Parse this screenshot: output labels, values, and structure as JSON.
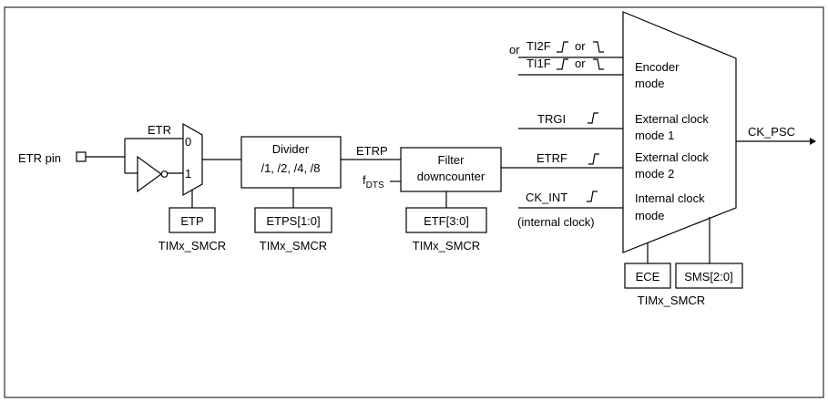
{
  "inputs": {
    "etr_pin": "ETR pin",
    "etr": "ETR",
    "mux_in0": "0",
    "mux_in1": "1"
  },
  "blocks": {
    "divider_title": "Divider",
    "divider_ratios": "/1, /2, /4, /8",
    "filter_title": "Filter",
    "filter_sub": "downcounter"
  },
  "signals": {
    "etrp": "ETRP",
    "fdts_main": "f",
    "fdts_sub": "DTS",
    "ti2f": "TI2F",
    "ti1f": "TI1F",
    "or": "or",
    "trgi": "TRGI",
    "etrf": "ETRF",
    "ck_int": "CK_INT",
    "internal_clock": "(internal clock)",
    "ck_psc": "CK_PSC"
  },
  "registers": {
    "etp": "ETP",
    "etps": "ETPS[1:0]",
    "etf": "ETF[3:0]",
    "ece": "ECE",
    "sms": "SMS[2:0]",
    "smcr": "TIMx_SMCR"
  },
  "modes": {
    "encoder_1": "Encoder",
    "encoder_2": "mode",
    "ext1_1": "External clock",
    "ext1_2": "mode 1",
    "ext2_1": "External clock",
    "ext2_2": "mode 2",
    "int_1": "Internal clock",
    "int_2": "mode"
  }
}
